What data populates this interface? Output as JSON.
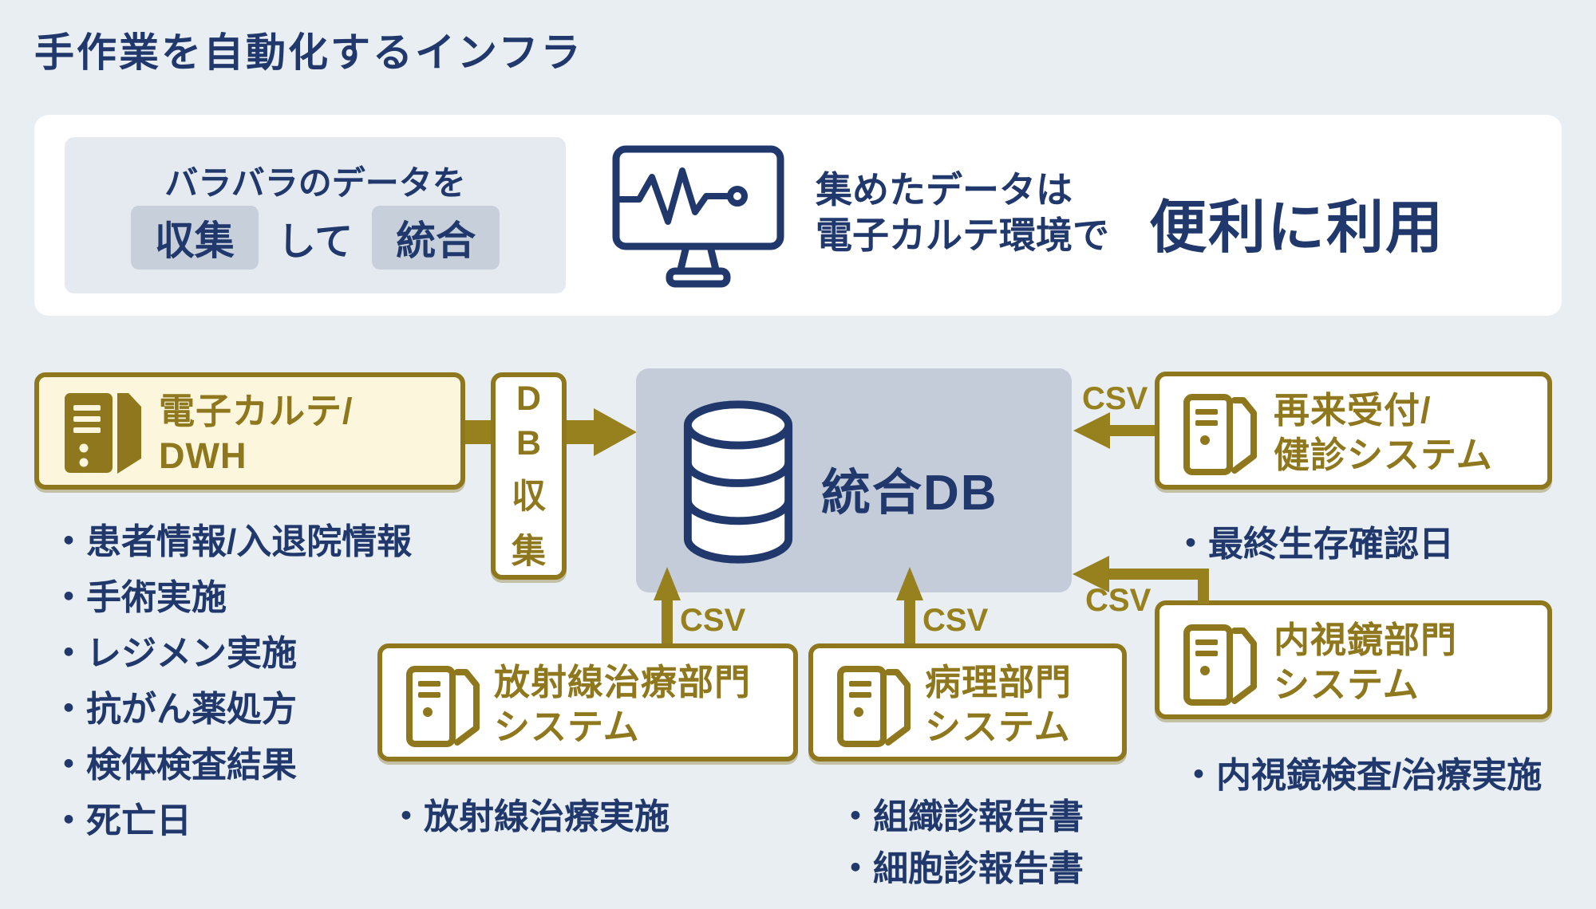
{
  "colors": {
    "background": "#E9EEF2",
    "navy": "#20386B",
    "gold": "#97801E",
    "gold_dark": "#8E771C",
    "yellow_fill": "#FBF6DC",
    "gray_db_fill": "#C5CCD9",
    "chip_fill": "#C7CFDB",
    "panel_fill": "#E4EAEF",
    "white": "#FFFFFF"
  },
  "title": "手作業を自動化するインフラ",
  "banner": {
    "collect_line1": "バラバラのデータを",
    "chip_collect": "収集",
    "connector_word": "して",
    "chip_integrate": "統合",
    "monitor_icon": "monitor-heartbeat-icon",
    "right_line1": "集めたデータは",
    "right_line2": "電子カルテ環境で",
    "emphasis": "便利に利用"
  },
  "flow": {
    "emr_box": {
      "icon": "server-filled-icon",
      "label_line1": "電子カルテ/",
      "label_line2": "DWH",
      "items": [
        "・患者情報/入退院情報",
        "・手術実施",
        "・レジメン実施",
        "・抗がん薬処方",
        "・検体検査結果",
        "・死亡日"
      ]
    },
    "db_collect": {
      "label": "DB収集",
      "chars": [
        "D",
        "B",
        "収",
        "集"
      ]
    },
    "integrated_db": {
      "icon": "database-icon",
      "label": "統合DB"
    },
    "reception_box": {
      "icon": "server-outline-icon",
      "label_line1": "再来受付/",
      "label_line2": "健診システム",
      "csv_label": "CSV",
      "items": [
        "・最終生存確認日"
      ]
    },
    "radiation_box": {
      "icon": "server-outline-icon",
      "label_line1": "放射線治療部門",
      "label_line2": "システム",
      "csv_label": "CSV",
      "items": [
        "・放射線治療実施"
      ]
    },
    "pathology_box": {
      "icon": "server-outline-icon",
      "label_line1": "病理部門",
      "label_line2": "システム",
      "csv_label": "CSV",
      "items": [
        "・組織診報告書",
        "・細胞診報告書"
      ]
    },
    "endoscopy_box": {
      "icon": "server-outline-icon",
      "label_line1": "内視鏡部門",
      "label_line2": "システム",
      "csv_label": "CSV",
      "items": [
        "・内視鏡検査/治療実施"
      ]
    }
  }
}
